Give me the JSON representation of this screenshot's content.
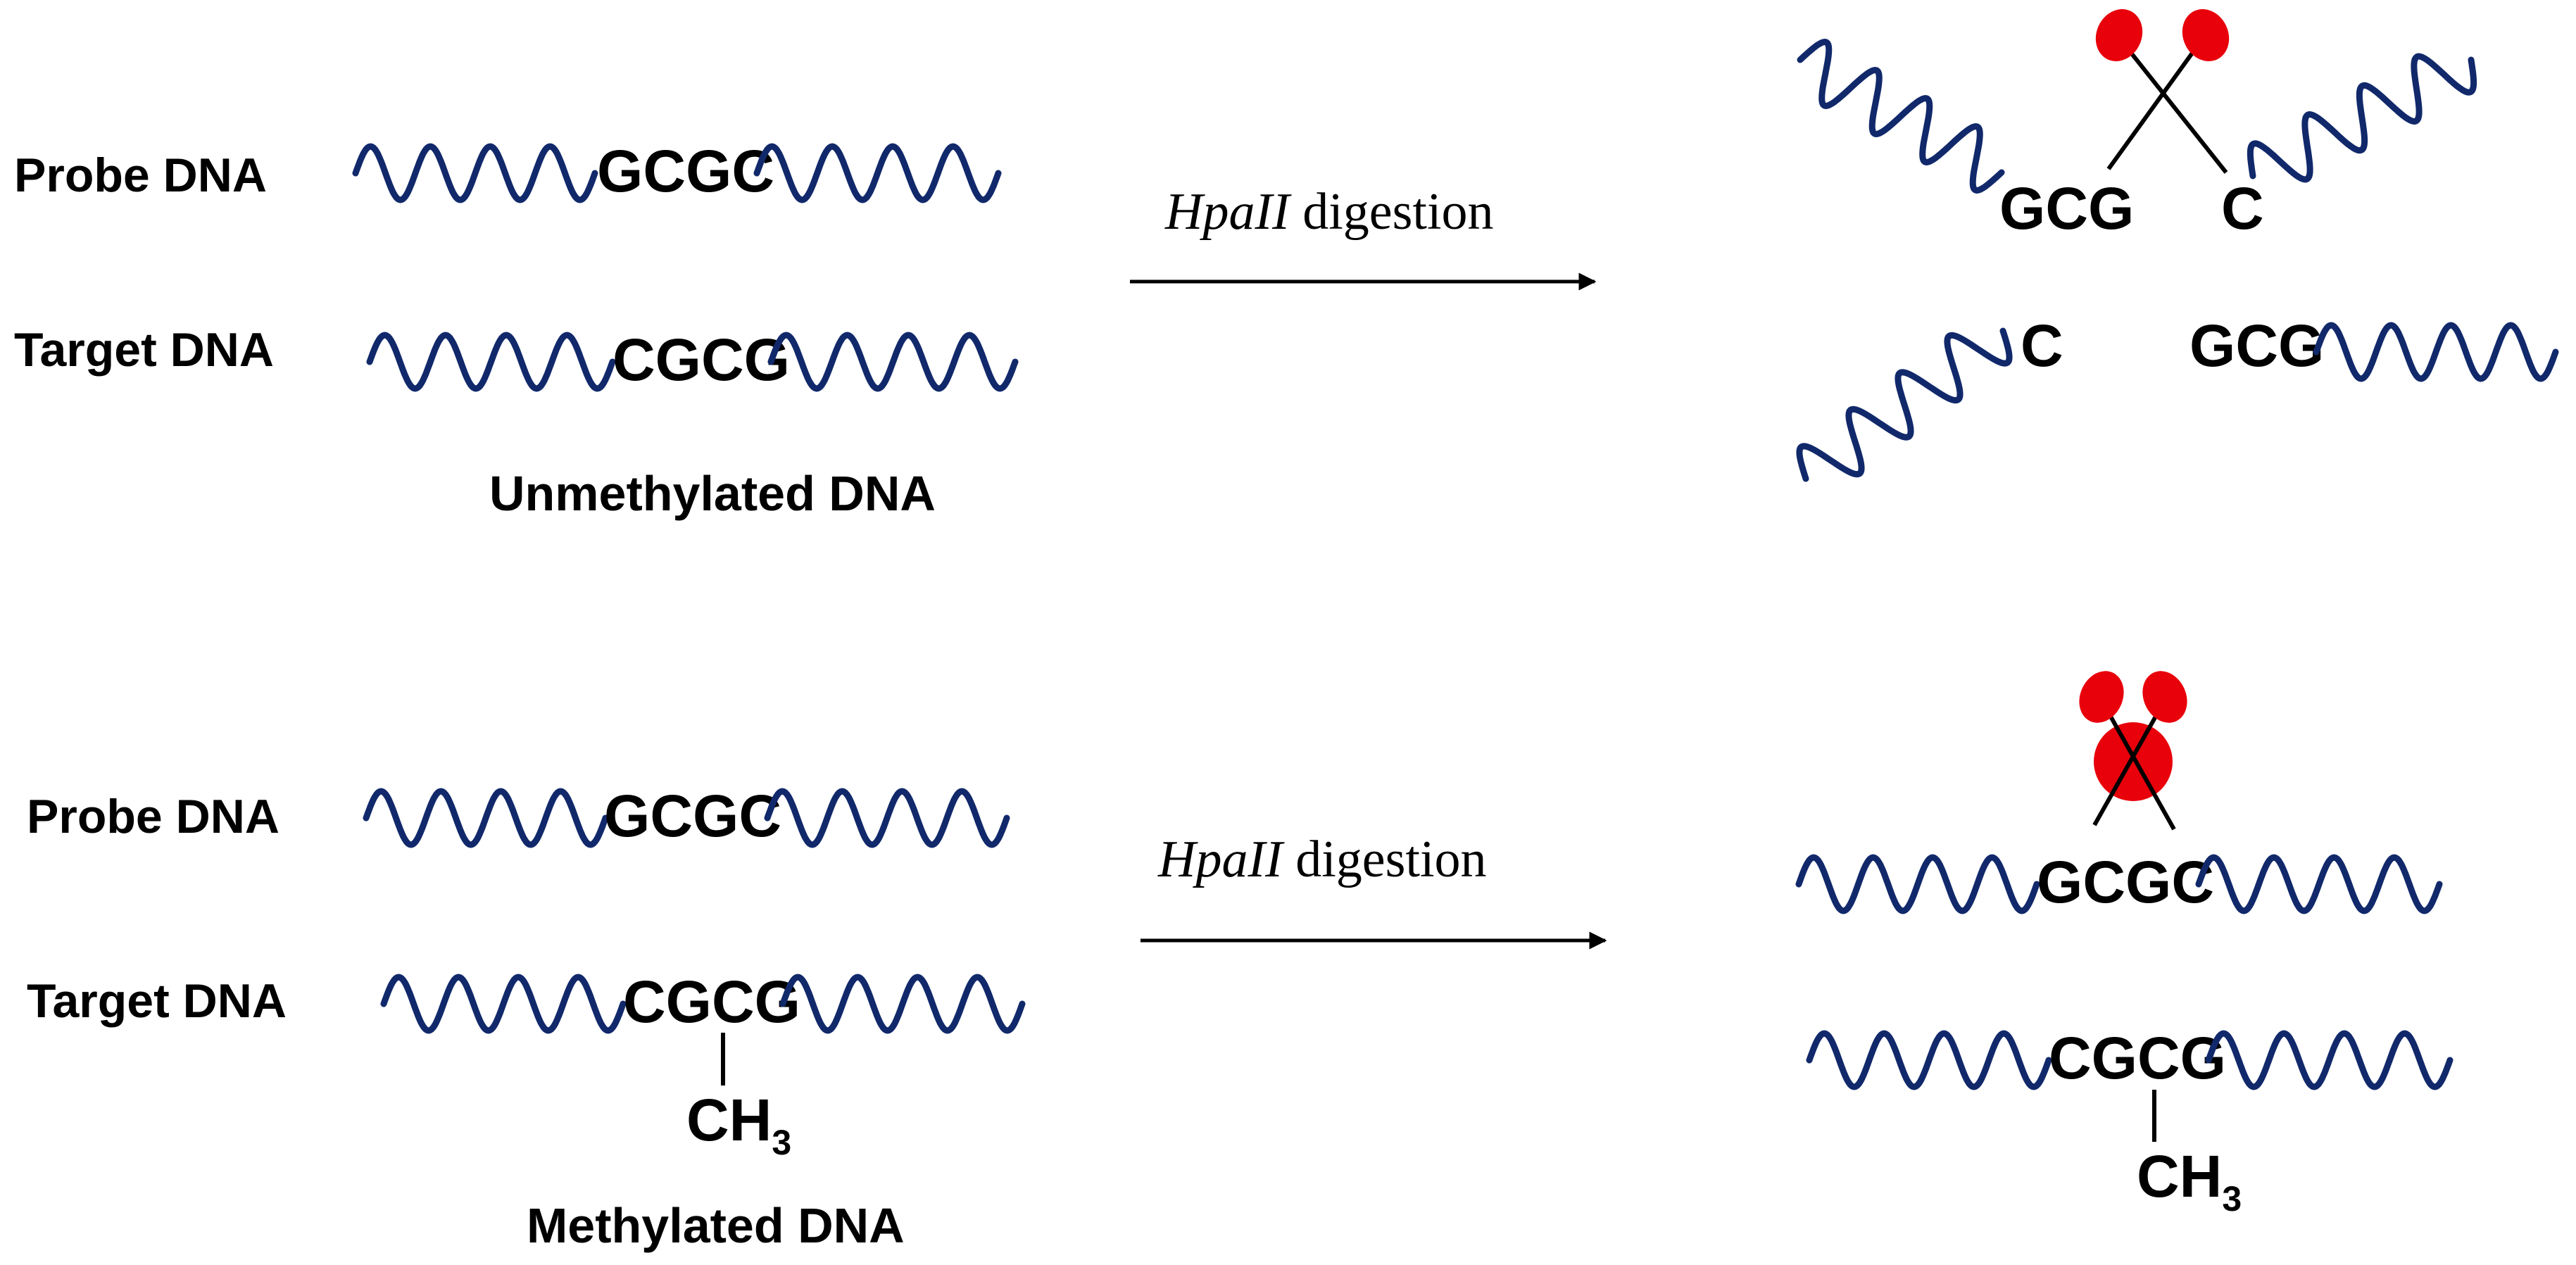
{
  "labels": {
    "probe": "Probe DNA",
    "target": "Target DNA",
    "unmethylated": "Unmethylated DNA",
    "methylated": "Methylated DNA"
  },
  "enzyme": {
    "name": "HpaII",
    "action": " digestion"
  },
  "sequences": {
    "probe_site": "GCGC",
    "target_site": "CGCG",
    "probe_left": "GCG",
    "probe_right": "C",
    "target_left": "C",
    "target_right": "GCG"
  },
  "methyl": {
    "base": "CH",
    "sub": "3"
  },
  "colors": {
    "strand": "#11296b",
    "scissors": "#e8000b",
    "arrow": "#000000"
  },
  "icons": [
    "scissors-icon",
    "blocked-scissors-icon",
    "reaction-arrow-icon"
  ]
}
